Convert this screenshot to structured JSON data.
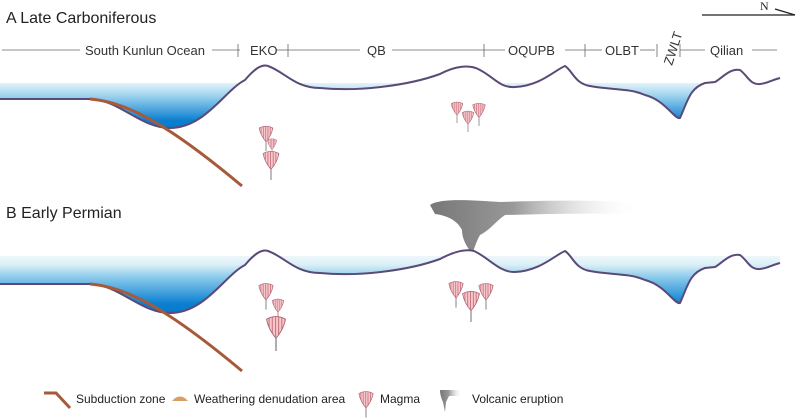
{
  "panel_a": {
    "title": "A  Late Carboniferous"
  },
  "panel_b": {
    "title": "B  Early Permian"
  },
  "north": {
    "label": "N"
  },
  "regions": [
    "South Kunlun Ocean",
    "EKO",
    "QB",
    "OQUPB",
    "OLBT",
    "ZWLT",
    "Qilian"
  ],
  "legend": {
    "subduction": "Subduction zone",
    "weathering": "Weathering denudation area",
    "magma": "Magma",
    "volcanic": "Volcanic eruption"
  },
  "colors": {
    "water_deep": "#0a7fd0",
    "water_light": "#cfe9f5",
    "weathering": "#d9a066",
    "profile": "#5a4a78",
    "subduction": "#a65a3a",
    "magma": "#f2b7bd"
  }
}
